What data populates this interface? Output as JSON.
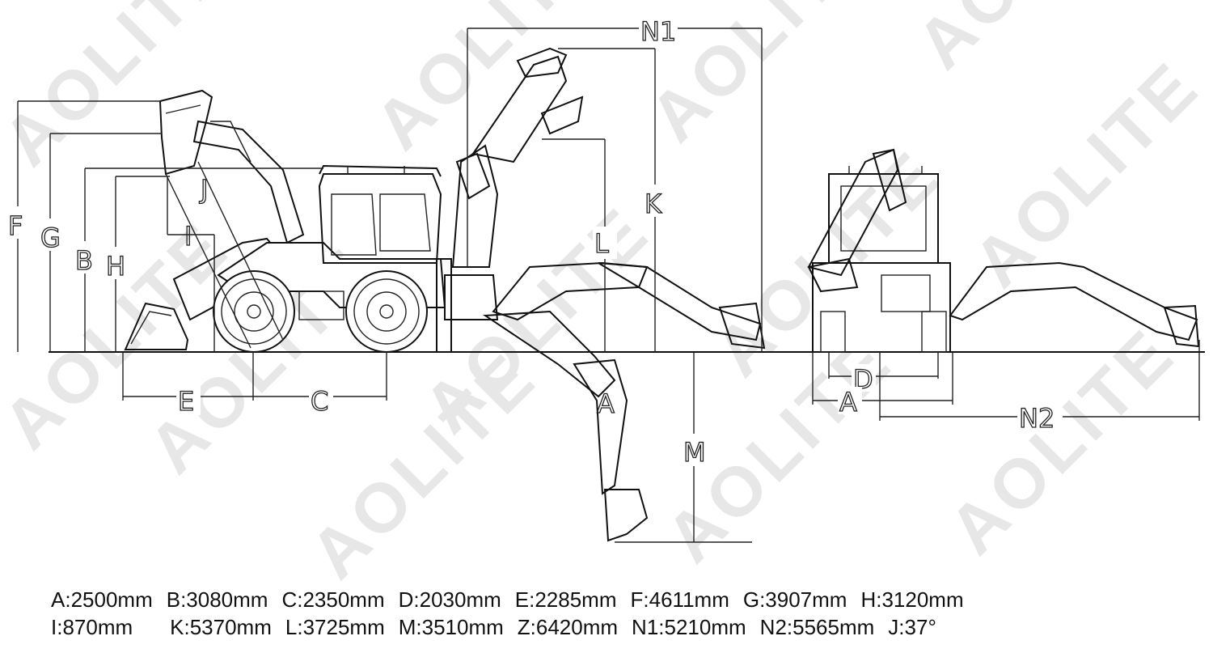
{
  "watermark": "AOLITE",
  "dimension_labels": {
    "F": "F",
    "G": "G",
    "B": "B",
    "H": "H",
    "I": "I",
    "J": "J",
    "E": "E",
    "C": "C",
    "K": "K",
    "L": "L",
    "M": "M",
    "A": "A",
    "D": "D",
    "N1": "N1",
    "N2": "N2",
    "A2": "A"
  },
  "specs_row1": [
    "A:2500mm",
    "B:3080mm",
    "C:2350mm",
    "D:2030mm",
    "E:2285mm",
    "F:4611mm",
    "G:3907mm",
    "H:3120mm"
  ],
  "specs_row2": [
    "I:870mm",
    "K:5370mm",
    "L:3725mm",
    "M:3510mm",
    "Z:6420mm",
    "N1:5210mm",
    "N2:5565mm",
    "J:37°"
  ]
}
